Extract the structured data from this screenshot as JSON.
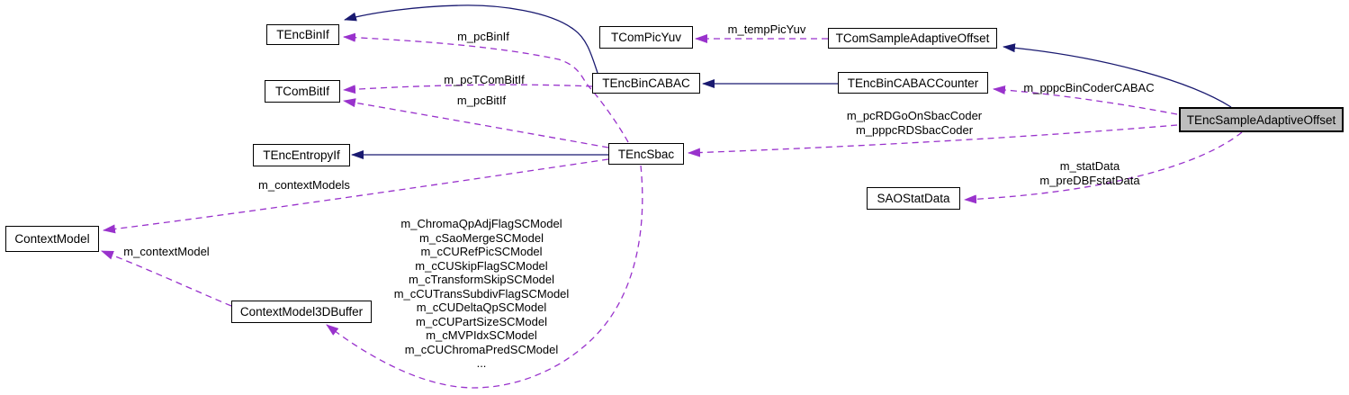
{
  "diagram": {
    "type": "doxygen-collaboration-graph",
    "highlighted_node": "TEncSampleAdaptiveOffset",
    "colors": {
      "inheritance_edge": "#191970",
      "usage_edge": "#9932CC",
      "node_fill": "#ffffff",
      "node_border": "#000000",
      "highlight_fill": "#BEBEBE",
      "background": "#ffffff",
      "label_text": "#000000"
    },
    "nodes": {
      "binIf": {
        "label": "TEncBinIf"
      },
      "comBitIf": {
        "label": "TComBitIf"
      },
      "entropyIf": {
        "label": "TEncEntropyIf"
      },
      "contextModel": {
        "label": "ContextModel"
      },
      "contextModel3D": {
        "label": "ContextModel3DBuffer"
      },
      "comPicYuv": {
        "label": "TComPicYuv"
      },
      "binCABAC": {
        "label": "TEncBinCABAC"
      },
      "sbac": {
        "label": "TEncSbac"
      },
      "comSAO": {
        "label": "TComSampleAdaptiveOffset"
      },
      "binCABACCounter": {
        "label": "TEncBinCABACCounter"
      },
      "saoStatData": {
        "label": "SAOStatData"
      },
      "encSAO": {
        "label": "TEncSampleAdaptiveOffset"
      }
    },
    "labels": {
      "m_pcBinIf": "m_pcBinIf",
      "m_pcTComBitIf": "m_pcTComBitIf",
      "m_pcBitIf": "m_pcBitIf",
      "m_tempPicYuv": "m_tempPicYuv",
      "m_pppcBinCoderCABAC": "m_pppcBinCoderCABAC",
      "rdSbac": {
        "line1": "m_pcRDGoOnSbacCoder",
        "line2": "m_pppcRDSbacCoder"
      },
      "statData": {
        "line1": "m_statData",
        "line2": "m_preDBFstatData"
      },
      "m_contextModels": "m_contextModels",
      "m_contextModel": "m_contextModel",
      "sc_models": {
        "lines": [
          "m_ChromaQpAdjFlagSCModel",
          "m_cSaoMergeSCModel",
          "m_cCURefPicSCModel",
          "m_cCUSkipFlagSCModel",
          "m_cTransformSkipSCModel",
          "m_cCUTransSubdivFlagSCModel",
          "m_cCUDeltaQpSCModel",
          "m_cCUPartSizeSCModel",
          "m_cMVPIdxSCModel",
          "m_cCUChromaPredSCModel",
          "..."
        ]
      }
    },
    "edges": [
      {
        "from": "TEncBinCABAC",
        "to": "TEncBinIf",
        "type": "inheritance",
        "label": ""
      },
      {
        "from": "TEncBinCABACCounter",
        "to": "TEncBinCABAC",
        "type": "inheritance",
        "label": ""
      },
      {
        "from": "TEncSbac",
        "to": "TEncEntropyIf",
        "type": "inheritance",
        "label": ""
      },
      {
        "from": "TEncSampleAdaptiveOffset",
        "to": "TComSampleAdaptiveOffset",
        "type": "inheritance",
        "label": ""
      },
      {
        "from": "TEncSbac",
        "to": "TEncBinIf",
        "type": "usage",
        "label": "m_pcBinIf"
      },
      {
        "from": "TEncBinCABAC",
        "to": "TComBitIf",
        "type": "usage",
        "label": "m_pcTComBitIf"
      },
      {
        "from": "TEncSbac",
        "to": "TComBitIf",
        "type": "usage",
        "label": "m_pcBitIf"
      },
      {
        "from": "TEncSbac",
        "to": "ContextModel",
        "type": "usage",
        "label": "m_contextModels"
      },
      {
        "from": "ContextModel3DBuffer",
        "to": "ContextModel",
        "type": "usage",
        "label": "m_contextModel"
      },
      {
        "from": "TEncSbac",
        "to": "ContextModel3DBuffer",
        "type": "usage",
        "label": "m_ChromaQpAdjFlagSCModel m_cSaoMergeSCModel m_cCURefPicSCModel m_cCUSkipFlagSCModel m_cTransformSkipSCModel m_cCUTransSubdivFlagSCModel m_cCUDeltaQpSCModel m_cCUPartSizeSCModel m_cMVPIdxSCModel m_cCUChromaPredSCModel ..."
      },
      {
        "from": "TComSampleAdaptiveOffset",
        "to": "TComPicYuv",
        "type": "usage",
        "label": "m_tempPicYuv"
      },
      {
        "from": "TEncSampleAdaptiveOffset",
        "to": "TEncBinCABACCounter",
        "type": "usage",
        "label": "m_pppcBinCoderCABAC"
      },
      {
        "from": "TEncSampleAdaptiveOffset",
        "to": "TEncSbac",
        "type": "usage",
        "label": "m_pcRDGoOnSbacCoder m_pppcRDSbacCoder"
      },
      {
        "from": "TEncSampleAdaptiveOffset",
        "to": "SAOStatData",
        "type": "usage",
        "label": "m_statData m_preDBFstatData"
      }
    ]
  }
}
